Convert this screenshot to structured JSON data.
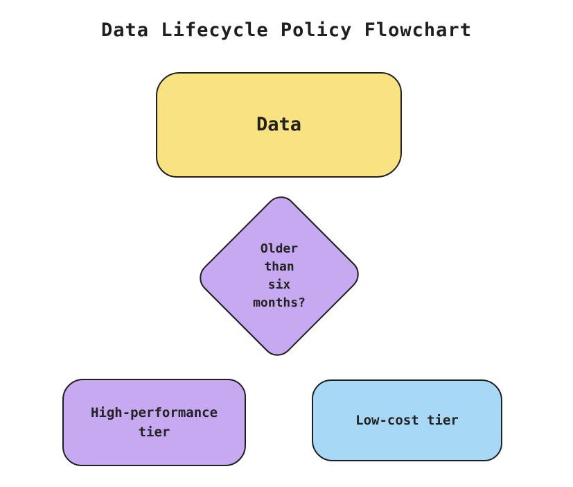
{
  "title": "Data Lifecycle Policy Flowchart",
  "colors": {
    "yellow": "#F9E282",
    "purple": "#C7A9F2",
    "blue": "#A7D9F6",
    "stroke": "#1f1f1f",
    "bg": "#ffffff"
  },
  "nodes": {
    "data_box": {
      "label": "Data",
      "shape": "rounded-rectangle",
      "color": "#F9E282"
    },
    "decision": {
      "label": "Older\nthan\nsix\nmonths?",
      "shape": "diamond",
      "color": "#C7A9F2"
    },
    "high_perf": {
      "label": "High-performance\ntier",
      "shape": "rounded-rectangle",
      "color": "#C7A9F2"
    },
    "low_cost": {
      "label": "Low-cost tier",
      "shape": "rounded-rectangle",
      "color": "#A7D9F6"
    }
  }
}
